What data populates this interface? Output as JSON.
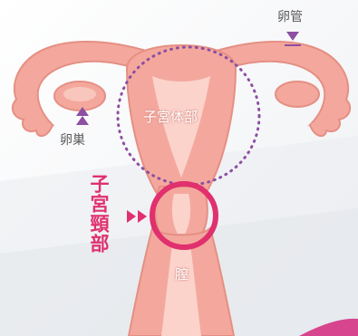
{
  "labels": {
    "fallopian_tube": "卵管",
    "ovary": "卵巣",
    "uterine_body": "子宮体部",
    "cervix": "子宮頸部",
    "vagina": "膣"
  },
  "colors": {
    "organ_fill": "#f4a89d",
    "organ_stroke": "#e58f84",
    "organ_light": "#fbd3cb",
    "dotted_circle": "#8c4fa1",
    "cervix_ring": "#e0306e",
    "accent_red": "#e0306e",
    "pointer_purple": "#8c4fa1"
  }
}
